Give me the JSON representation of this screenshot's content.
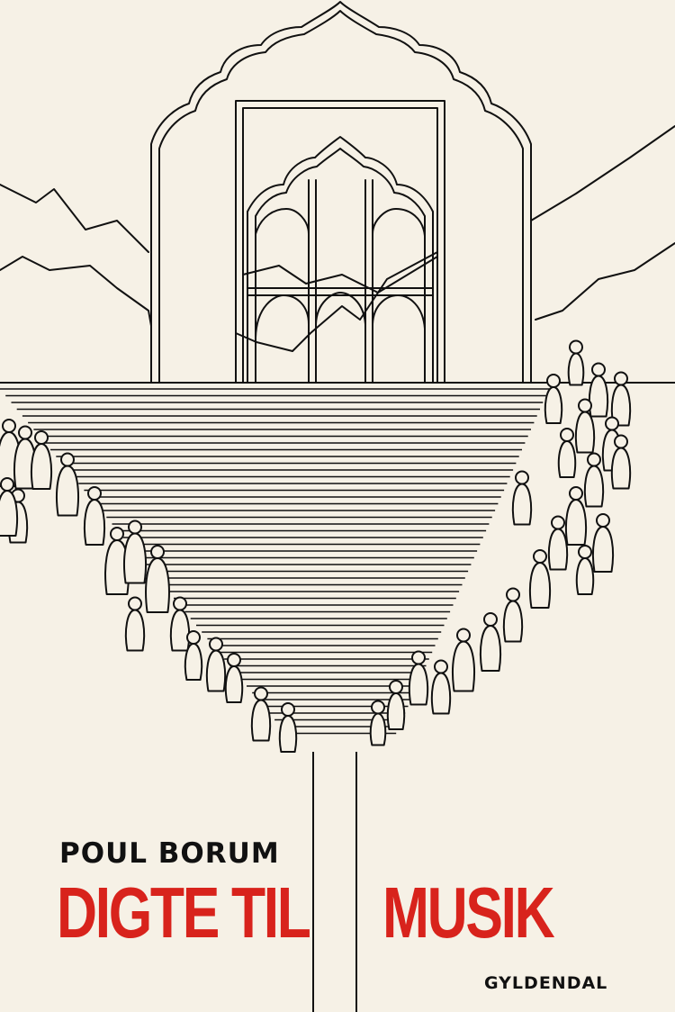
{
  "cover": {
    "author": "POUL BORUM",
    "title_left": "DIGTE TIL",
    "title_right": "MUSIK",
    "publisher": "GYLDENDAL"
  },
  "colors": {
    "background": "#f6f1e6",
    "ink": "#111111",
    "title_red": "#d8231c"
  },
  "illustration": {
    "subject": "line-drawing-architecture-stairs-crowd"
  }
}
